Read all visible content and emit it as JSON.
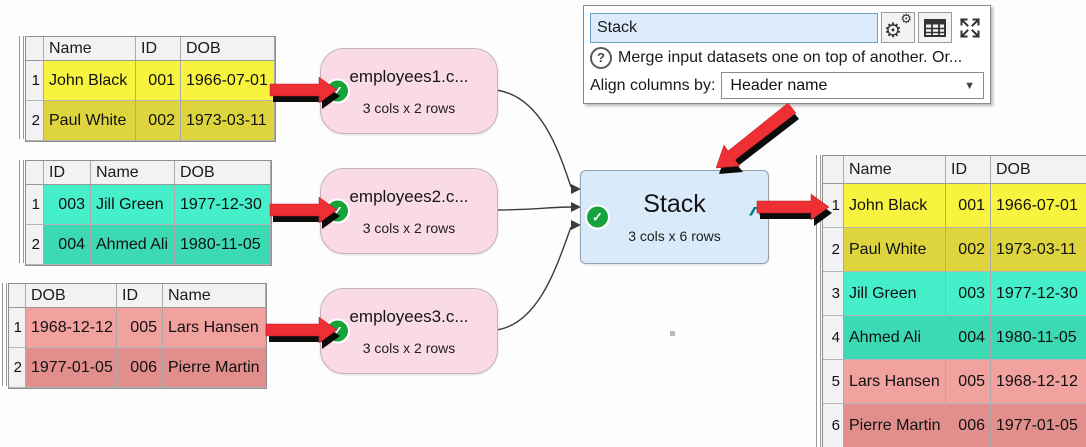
{
  "icons": {
    "check": "✓",
    "gear": "⚙",
    "caret_down": "▼",
    "help": "?",
    "collapse_caret": "^"
  },
  "panel": {
    "name_value": "Stack",
    "help_text": "Merge input datasets one on top of another. Or...",
    "align_label": "Align columns by:",
    "align_value": "Header name"
  },
  "nodes": {
    "input1": {
      "title": "employees1.c...",
      "subtitle": "3 cols x 2 rows"
    },
    "input2": {
      "title": "employees2.c...",
      "subtitle": "3 cols x 2 rows"
    },
    "input3": {
      "title": "employees3.c...",
      "subtitle": "3 cols x 2 rows"
    },
    "stack": {
      "title": "Stack",
      "subtitle": "3 cols x 6 rows"
    }
  },
  "tables": {
    "input1": {
      "headers": [
        "Name",
        "ID",
        "DOB"
      ],
      "rows": [
        {
          "num": "1",
          "cells": [
            "John Black",
            "001",
            "1966-07-01"
          ]
        },
        {
          "num": "2",
          "cells": [
            "Paul White",
            "002",
            "1973-03-11"
          ]
        }
      ]
    },
    "input2": {
      "headers": [
        "ID",
        "Name",
        "DOB"
      ],
      "rows": [
        {
          "num": "1",
          "cells": [
            "003",
            "Jill Green",
            "1977-12-30"
          ]
        },
        {
          "num": "2",
          "cells": [
            "004",
            "Ahmed Ali",
            "1980-11-05"
          ]
        }
      ]
    },
    "input3": {
      "headers": [
        "DOB",
        "ID",
        "Name"
      ],
      "rows": [
        {
          "num": "1",
          "cells": [
            "1968-12-12",
            "005",
            "Lars Hansen"
          ]
        },
        {
          "num": "2",
          "cells": [
            "1977-01-05",
            "006",
            "Pierre Martin"
          ]
        }
      ]
    },
    "output": {
      "headers": [
        "Name",
        "ID",
        "DOB"
      ],
      "rows": [
        {
          "num": "1",
          "cells": [
            "John Black",
            "001",
            "1966-07-01"
          ]
        },
        {
          "num": "2",
          "cells": [
            "Paul White",
            "002",
            "1973-03-11"
          ]
        },
        {
          "num": "3",
          "cells": [
            "Jill Green",
            "003",
            "1977-12-30"
          ]
        },
        {
          "num": "4",
          "cells": [
            "Ahmed Ali",
            "004",
            "1980-11-05"
          ]
        },
        {
          "num": "5",
          "cells": [
            "Lars Hansen",
            "005",
            "1968-12-12"
          ]
        },
        {
          "num": "6",
          "cells": [
            "Pierre Martin",
            "006",
            "1977-01-05"
          ]
        }
      ]
    }
  },
  "colors": {
    "yellow_light": "#f8f33e",
    "yellow_dark": "#ddd43e",
    "teal_light": "#44efc9",
    "teal_dark": "#3bd9b4",
    "red_light": "#f1a19e",
    "red_dark": "#e18e8c",
    "node_pink": "#fbdae8",
    "node_blue": "#d9eafa",
    "check_green": "#17a33b",
    "arrow_red": "#ee3034",
    "caret_teal": "#00798e",
    "input_blue": "#dcebfb"
  }
}
